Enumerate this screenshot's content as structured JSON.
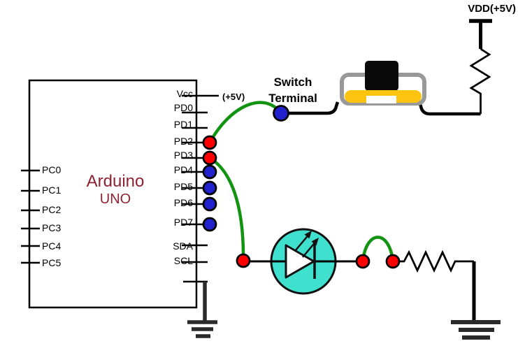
{
  "diagram": {
    "chip": {
      "line1": "Arduino",
      "line2": "UNO"
    },
    "left_pins": [
      "PC0",
      "PC1",
      "PC2",
      "PC3",
      "PC4",
      "PC5"
    ],
    "right_pins": [
      "Vcc",
      "PD0",
      "PD1",
      "PD2",
      "PD3",
      "PD4",
      "PD5",
      "PD6",
      "PD7",
      "SDA",
      "SCL"
    ],
    "labels": {
      "vdd_rail": "VDD(+5V)",
      "vcc_supply": "(+5V)",
      "switch_terminal_line1": "Switch",
      "switch_terminal_line2": "Terminal"
    },
    "components": {
      "switch": "pushbutton-switch-icon",
      "led": "led-icon",
      "pullup_resistor": "resistor-icon",
      "series_resistor": "resistor-icon",
      "chip_ground": "ground-icon",
      "right_ground": "ground-icon",
      "vdd_rail": "power-rail-icon"
    }
  },
  "colors": {
    "wire-green": "#129412",
    "dot-red": "#fe0000",
    "dot-blue": "#2121cd",
    "led-cyan": "#40e0ce",
    "switch-yellow": "#fcc40f",
    "switch-gray": "#999999",
    "chip-text": "#8e2233",
    "ink": "#000000",
    "ground": "#2a2a2a"
  }
}
